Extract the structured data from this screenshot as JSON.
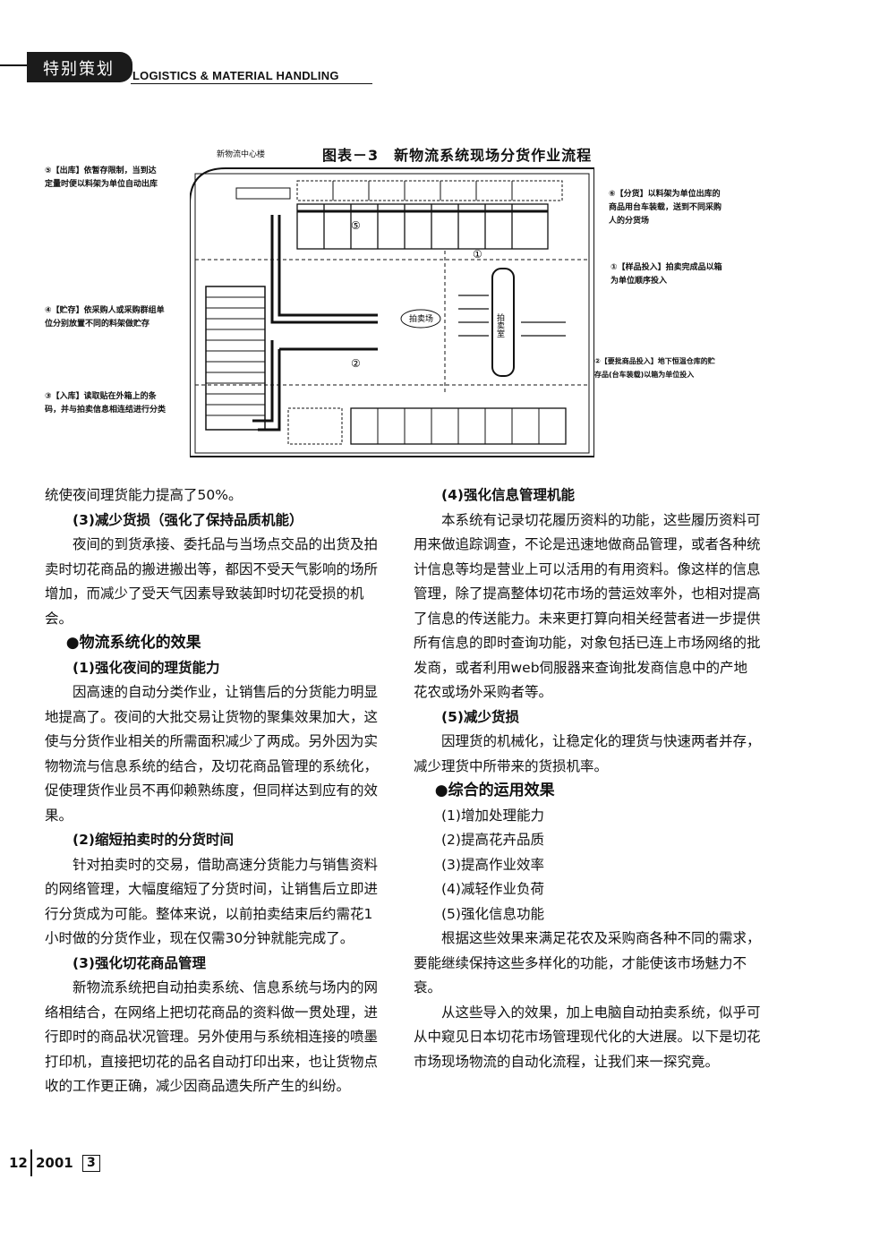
{
  "header": {
    "section": "特别策划",
    "magazine": "LOGISTICS & MATERIAL HANDLING"
  },
  "figure": {
    "title": "图表－3　新物流系统现场分货作业流程",
    "building": "新物流中心楼",
    "auction_hall": "拍卖场",
    "auction_machine": "拍卖室",
    "markers": [
      "⑤",
      "①",
      "②"
    ],
    "annotations": {
      "a5": [
        "⑤【出库】依暂存限制，当到达",
        "定量时便以料架为单位自动出库"
      ],
      "a4": [
        "④【贮存】依采购人或采购群组单",
        "位分别放置不同的料架做贮存"
      ],
      "a3": [
        "③【入库】读取贴在外箱上的条",
        "码，并与拍卖信息相连结进行分类"
      ],
      "a6": [
        "⑥【分货】以料架为单位出库的",
        "商品用台车装载，送到不同采购",
        "人的分货场"
      ],
      "a1": [
        "①【样品投入】拍卖完成品以箱",
        "为单位顺序投入"
      ],
      "a2": [
        "②【要批商品投入】地下恒温仓库的贮",
        "存品(台车装载)以箱为单位投入"
      ]
    }
  },
  "left_col": [
    {
      "t": "cont",
      "text": "统使夜间理货能力提高了50%。"
    },
    {
      "t": "sub",
      "text": "(3)减少货损（强化了保持品质机能）"
    },
    {
      "t": "ind",
      "text": "夜间的到货承接、委托品与当场点交品的出货及拍卖时切花商品的搬进搬出等，都因不受天气影响的场所增加，而减少了受天气因素导致装卸时切花受损的机会。"
    },
    {
      "t": "sec",
      "text": "●物流系统化的效果"
    },
    {
      "t": "sub",
      "text": "(1)强化夜间的理货能力"
    },
    {
      "t": "ind",
      "text": "因高速的自动分类作业，让销售后的分货能力明显地提高了。夜间的大批交易让货物的聚集效果加大，这使与分货作业相关的所需面积减少了两成。另外因为实物物流与信息系统的结合，及切花商品管理的系统化，促使理货作业员不再仰赖熟练度，但同样达到应有的效果。"
    },
    {
      "t": "sub",
      "text": "(2)缩短拍卖时的分货时间"
    },
    {
      "t": "ind",
      "text": "针对拍卖时的交易，借助高速分货能力与销售资料的网络管理，大幅度缩短了分货时间，让销售后立即进行分货成为可能。整体来说，以前拍卖结束后约需花1小时做的分货作业，现在仅需30分钟就能完成了。"
    },
    {
      "t": "sub",
      "text": "(3)强化切花商品管理"
    },
    {
      "t": "ind",
      "text": "新物流系统把自动拍卖系统、信息系统与场内的网络相结合，在网络上把切花商品的资料做一贯处理，进行即时的商品状况管理。另外使用与系统相连接的喷墨打印机，直接把切花的品名自动打印出来，也让货物点收的工作更正确，减少因商品遗失所产生的纠纷。"
    }
  ],
  "right_col": [
    {
      "t": "sub",
      "text": "(4)强化信息管理机能"
    },
    {
      "t": "ind",
      "text": "本系统有记录切花履历资料的功能，这些履历资料可用来做追踪调查，不论是迅速地做商品管理，或者各种统计信息等均是营业上可以活用的有用资料。像这样的信息管理，除了提高整体切花市场的营运效率外，也相对提高了信息的传送能力。未来更打算向相关经营者进一步提供所有信息的即时查询功能，对象包括已连上市场网络的批发商，或者利用web伺服器来查询批发商信息中的产地花农或场外采购者等。"
    },
    {
      "t": "sub",
      "text": "(5)减少货损"
    },
    {
      "t": "ind",
      "text": "因理货的机械化，让稳定化的理货与快速两者并存，减少理货中所带来的货损机率。"
    },
    {
      "t": "sec",
      "text": "●综合的运用效果"
    },
    {
      "t": "item",
      "text": "(1)增加处理能力"
    },
    {
      "t": "item",
      "text": "(2)提高花卉品质"
    },
    {
      "t": "item",
      "text": "(3)提高作业效率"
    },
    {
      "t": "item",
      "text": "(4)减轻作业负荷"
    },
    {
      "t": "item",
      "text": "(5)强化信息功能"
    },
    {
      "t": "ind",
      "text": "根据这些效果来满足花农及采购商各种不同的需求，要能继续保持这些多样化的功能，才能使该市场魅力不衰。"
    },
    {
      "t": "ind",
      "text": "从这些导入的效果，加上电脑自动拍卖系统，似乎可从中窥见日本切花市场管理现代化的大进展。以下是切花市场现场物流的自动化流程，让我们来一探究竟。"
    }
  ],
  "footer": {
    "page": "12",
    "year": "2001",
    "issue": "3"
  }
}
